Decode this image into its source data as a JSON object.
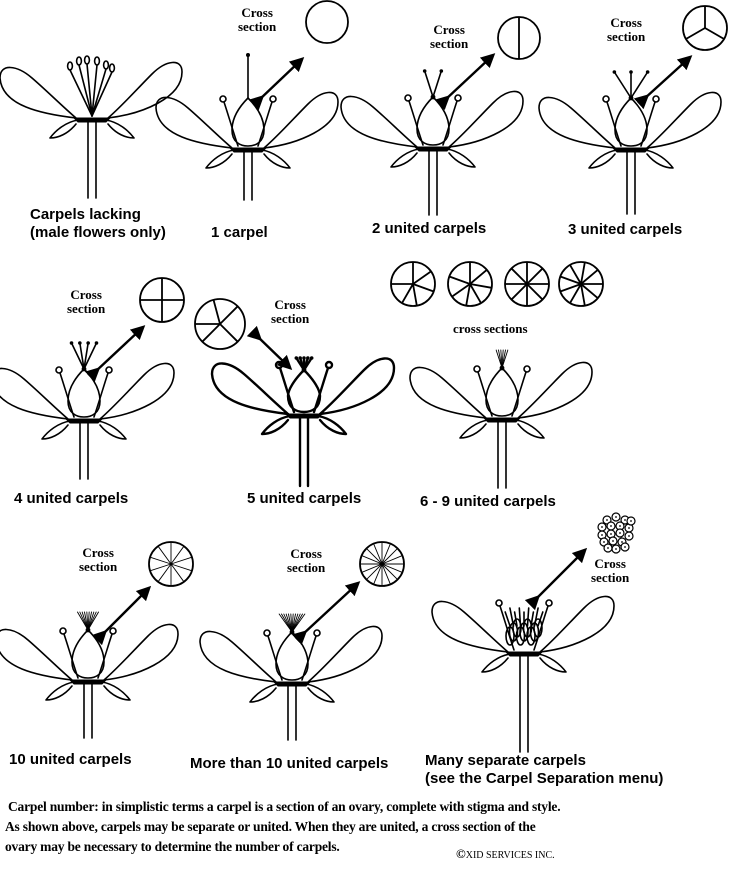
{
  "diagram": {
    "subject": "Carpel number",
    "panels": [
      {
        "id": "carpels-lacking",
        "label_lines": [
          "Carpels lacking",
          "(male flowers only)"
        ],
        "carpels": 0,
        "cross_section": null
      },
      {
        "id": "1-carpel",
        "label_lines": [
          "1 carpel"
        ],
        "carpels": 1,
        "cross_section": {
          "label_lines": [
            "Cross",
            "section"
          ],
          "segments": 1
        }
      },
      {
        "id": "2-united",
        "label_lines": [
          "2 united carpels"
        ],
        "carpels": 2,
        "cross_section": {
          "label_lines": [
            "Cross",
            "section"
          ],
          "segments": 2
        }
      },
      {
        "id": "3-united",
        "label_lines": [
          "3 united carpels"
        ],
        "carpels": 3,
        "cross_section": {
          "label_lines": [
            "Cross",
            "section"
          ],
          "segments": 3
        }
      },
      {
        "id": "4-united",
        "label_lines": [
          "4 united carpels"
        ],
        "carpels": 4,
        "cross_section": {
          "label_lines": [
            "Cross",
            "section"
          ],
          "segments": 4
        }
      },
      {
        "id": "5-united",
        "label_lines": [
          "5 united carpels"
        ],
        "carpels": 5,
        "cross_section": {
          "label_lines": [
            "Cross",
            "section"
          ],
          "segments": 5
        }
      },
      {
        "id": "6-9-united",
        "label_lines": [
          "6 - 9 united carpels"
        ],
        "carpels": "6-9",
        "cross_section": {
          "label_lines": [
            "cross sections"
          ],
          "segments": [
            6,
            7,
            8,
            9
          ]
        }
      },
      {
        "id": "10-united",
        "label_lines": [
          "10 united carpels"
        ],
        "carpels": 10,
        "cross_section": {
          "label_lines": [
            "Cross",
            "section"
          ],
          "segments": 10
        }
      },
      {
        "id": "more-than-10",
        "label_lines": [
          "More than 10 united carpels"
        ],
        "carpels": ">10",
        "cross_section": {
          "label_lines": [
            "Cross",
            "section"
          ],
          "segments": 16
        }
      },
      {
        "id": "many-separate",
        "label_lines": [
          "Many separate carpels",
          "(see the Carpel Separation menu)"
        ],
        "carpels": "many separate",
        "cross_section": {
          "label_lines": [
            "Cross",
            "section"
          ],
          "segments": "separate"
        }
      }
    ]
  },
  "footer": {
    "lines": [
      "Carpel number: in simplistic terms a carpel is a section of an ovary,  complete with stigma and style.",
      "As shown above, carpels may be  separate or united.  When they are united, a cross section of the",
      "ovary may be necessary to determine the number of carpels."
    ],
    "copyright_symbol": "©",
    "copyright_text": "XID SERVICES INC."
  }
}
